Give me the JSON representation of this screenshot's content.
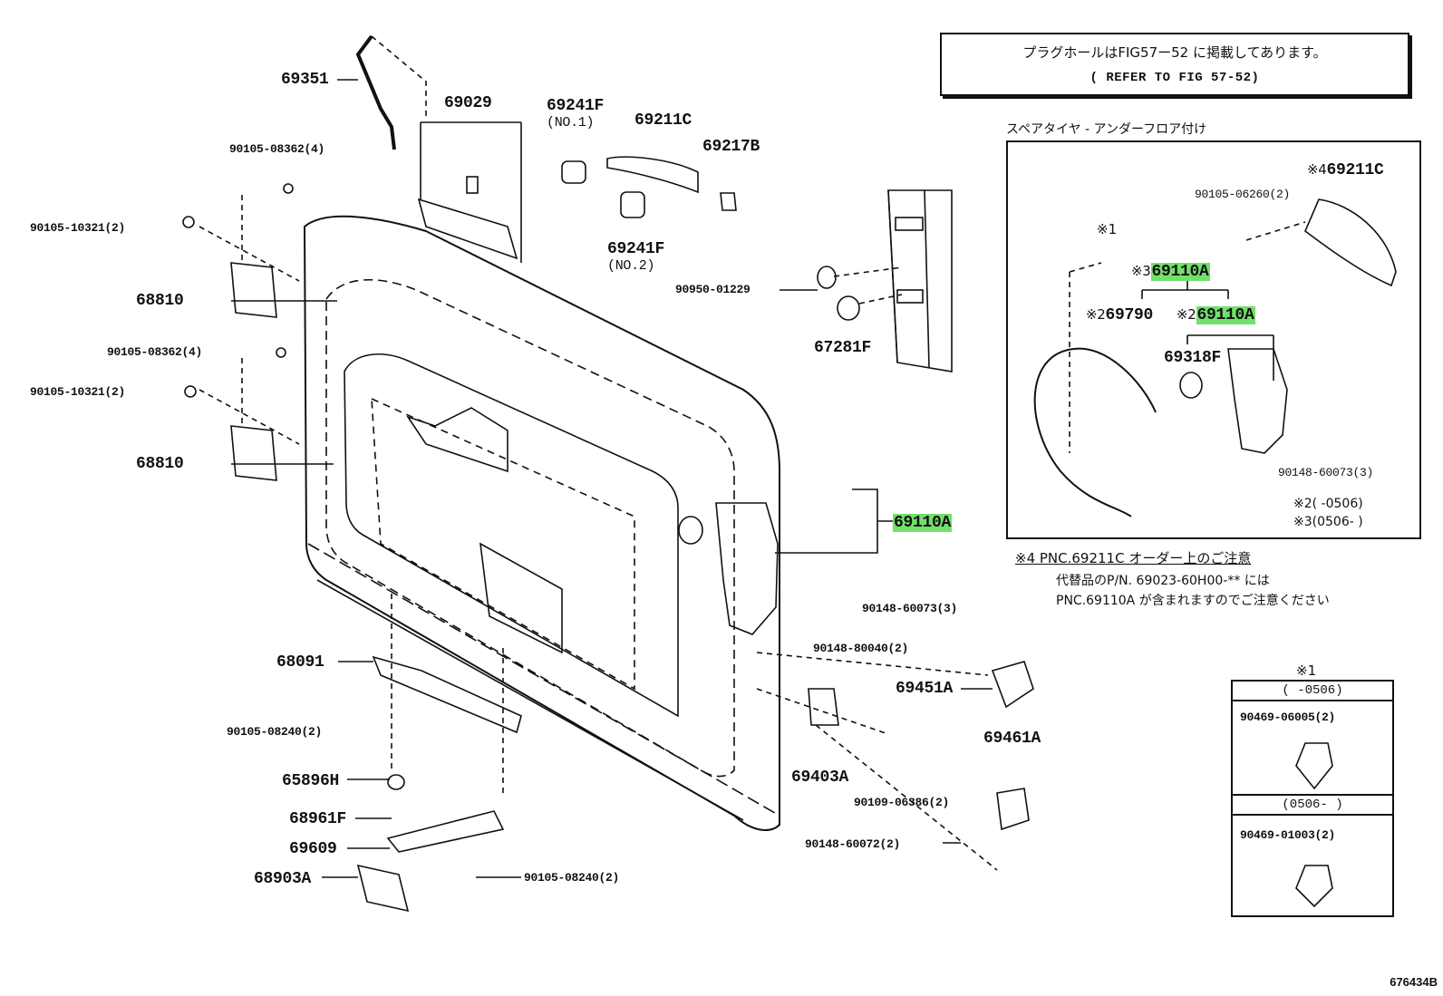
{
  "note_box": {
    "line1": "プラグホールはFIG57ー52 に掲載してあります。",
    "line2": "(  REFER TO FIG 57-52)"
  },
  "inset": {
    "title": "スペアタイヤ - アンダーフロア付け",
    "labels": {
      "n69211c": "69211C",
      "n69211c_mark": "※4",
      "n90105_06260": "90105-06260(2)",
      "mark1": "※1",
      "n69110a_top_mark": "※3",
      "n69110a_top": "69110A",
      "n69790_mark": "※2",
      "n69790": "69790",
      "n69110a_mid_mark": "※2",
      "n69110a_mid": "69110A",
      "n69318f": "69318F",
      "n90148_60073": "90148-60073(3)",
      "range2": "※2(    -0506)",
      "range3": "※3(0506-    )"
    }
  },
  "note4": {
    "head": "※4  PNC.69211C オーダー上のご注意",
    "line1": "代替品のP/N. 69023-60H00-** には",
    "line2": "PNC.69110A が含まれますのでご注意ください"
  },
  "clip_table": {
    "mark": "※1",
    "range1": "(      -0506)",
    "part1": "90469-06005(2)",
    "range2": "(0506-      )",
    "part2": "90469-01003(2)"
  },
  "labels": {
    "p69351": "69351",
    "p69029": "69029",
    "p69241f_1": "69241F",
    "p69241f_1_sub": "(NO.1)",
    "p69211c": "69211C",
    "p69217b": "69217B",
    "p69241f_2": "69241F",
    "p69241f_2_sub": "(NO.2)",
    "p90105_08362_a": "90105-08362(4)",
    "p90105_10321_a": "90105-10321(2)",
    "p68810_a": "68810",
    "p90105_08362_b": "90105-08362(4)",
    "p90105_10321_b": "90105-10321(2)",
    "p68810_b": "68810",
    "p90950_01229": "90950-01229",
    "p67281f": "67281F",
    "p69110a_main": "69110A",
    "p90148_60073": "90148-60073(3)",
    "p90148_80040": "90148-80040(2)",
    "p69451a": "69451A",
    "p68091": "68091",
    "p90105_08240_a": "90105-08240(2)",
    "p65896h": "65896H",
    "p69403a": "69403A",
    "p69461a": "69461A",
    "p90109_06386": "90109-06386(2)",
    "p68961f": "68961F",
    "p69609": "69609",
    "p90148_60072": "90148-60072(2)",
    "p68903a": "68903A",
    "p90105_08240_b": "90105-08240(2)"
  },
  "footer_id": "676434B",
  "colors": {
    "highlight": "#72e06a",
    "ink": "#111111"
  }
}
